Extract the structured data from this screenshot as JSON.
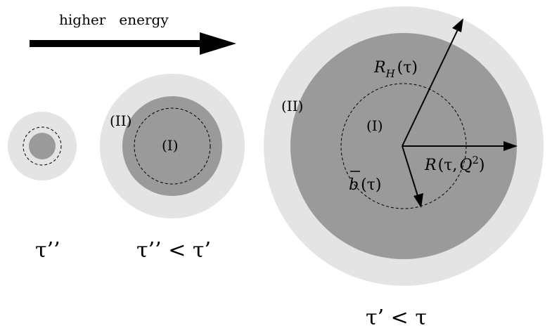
{
  "header": {
    "energy_label": "higher   energy"
  },
  "colors": {
    "outer_region": "#e4e4e4",
    "inner_region": "#9a9a9a",
    "line": "#000000",
    "background": "#ffffff"
  },
  "small_disk": {
    "caption": "τ’’"
  },
  "medium_disk": {
    "region_I": "(I)",
    "region_II": "(II)",
    "caption": "τ’’ < τ’"
  },
  "large_disk": {
    "region_I": "(I)",
    "region_II": "(II)",
    "caption": "τ’ < τ",
    "radius_R_H": {
      "symbol": "R",
      "subscript": "H",
      "argument": "(τ)"
    },
    "radius_R": {
      "symbol": "R",
      "argument_open": "(τ,",
      "Q": "Q",
      "exponent": "2",
      "argument_close": ")"
    },
    "radius_b": {
      "symbol": "b",
      "argument": "(τ)"
    }
  }
}
